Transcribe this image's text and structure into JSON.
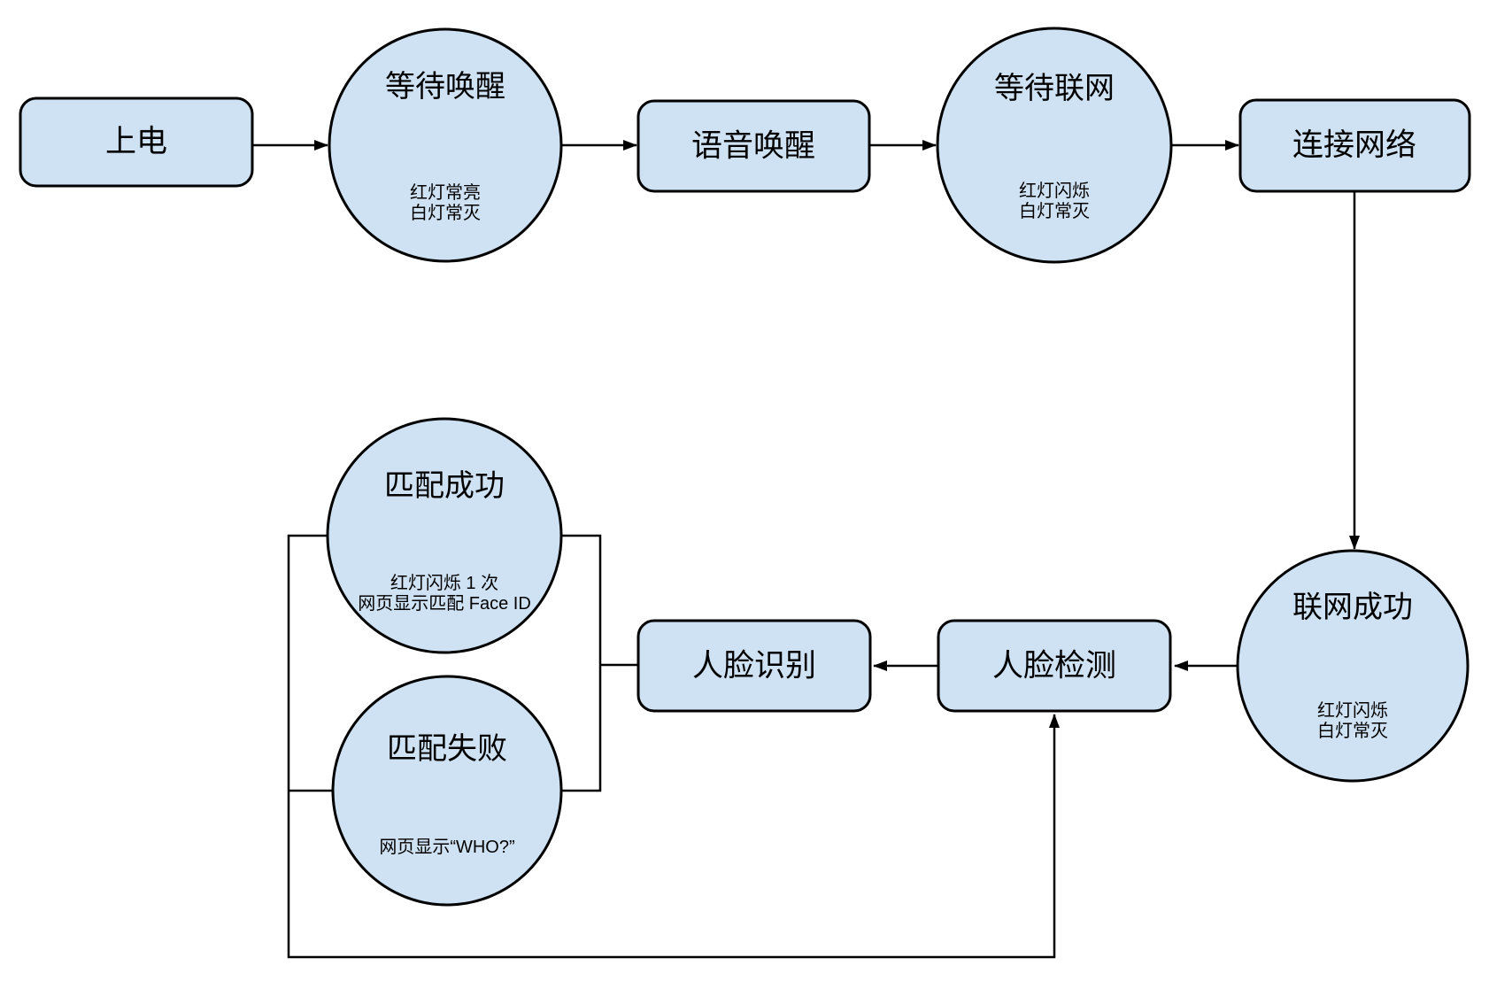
{
  "diagram": {
    "background": "#ffffff",
    "node_fill": "#cfe2f3",
    "node_stroke": "#000000",
    "edge_color": "#000000",
    "nodes": {
      "power": {
        "label": "上电"
      },
      "wait_wake": {
        "label": "等待唤醒",
        "note_line1": "红灯常亮",
        "note_line2": "白灯常灭"
      },
      "voice_wake": {
        "label": "语音唤醒"
      },
      "wait_network": {
        "label": "等待联网",
        "note_line1": "红灯闪烁",
        "note_line2": "白灯常灭"
      },
      "connect_network": {
        "label": "连接网络"
      },
      "network_success": {
        "label": "联网成功",
        "note_line1": "红灯闪烁",
        "note_line2": "白灯常灭"
      },
      "face_detect": {
        "label": "人脸检测"
      },
      "face_recognize": {
        "label": "人脸识别"
      },
      "match_success": {
        "label": "匹配成功",
        "note_line1": "红灯闪烁 1 次",
        "note_line2": "网页显示匹配 Face ID"
      },
      "match_fail": {
        "label": "匹配失败",
        "note_line1": "网页显示“WHO?”"
      }
    }
  }
}
